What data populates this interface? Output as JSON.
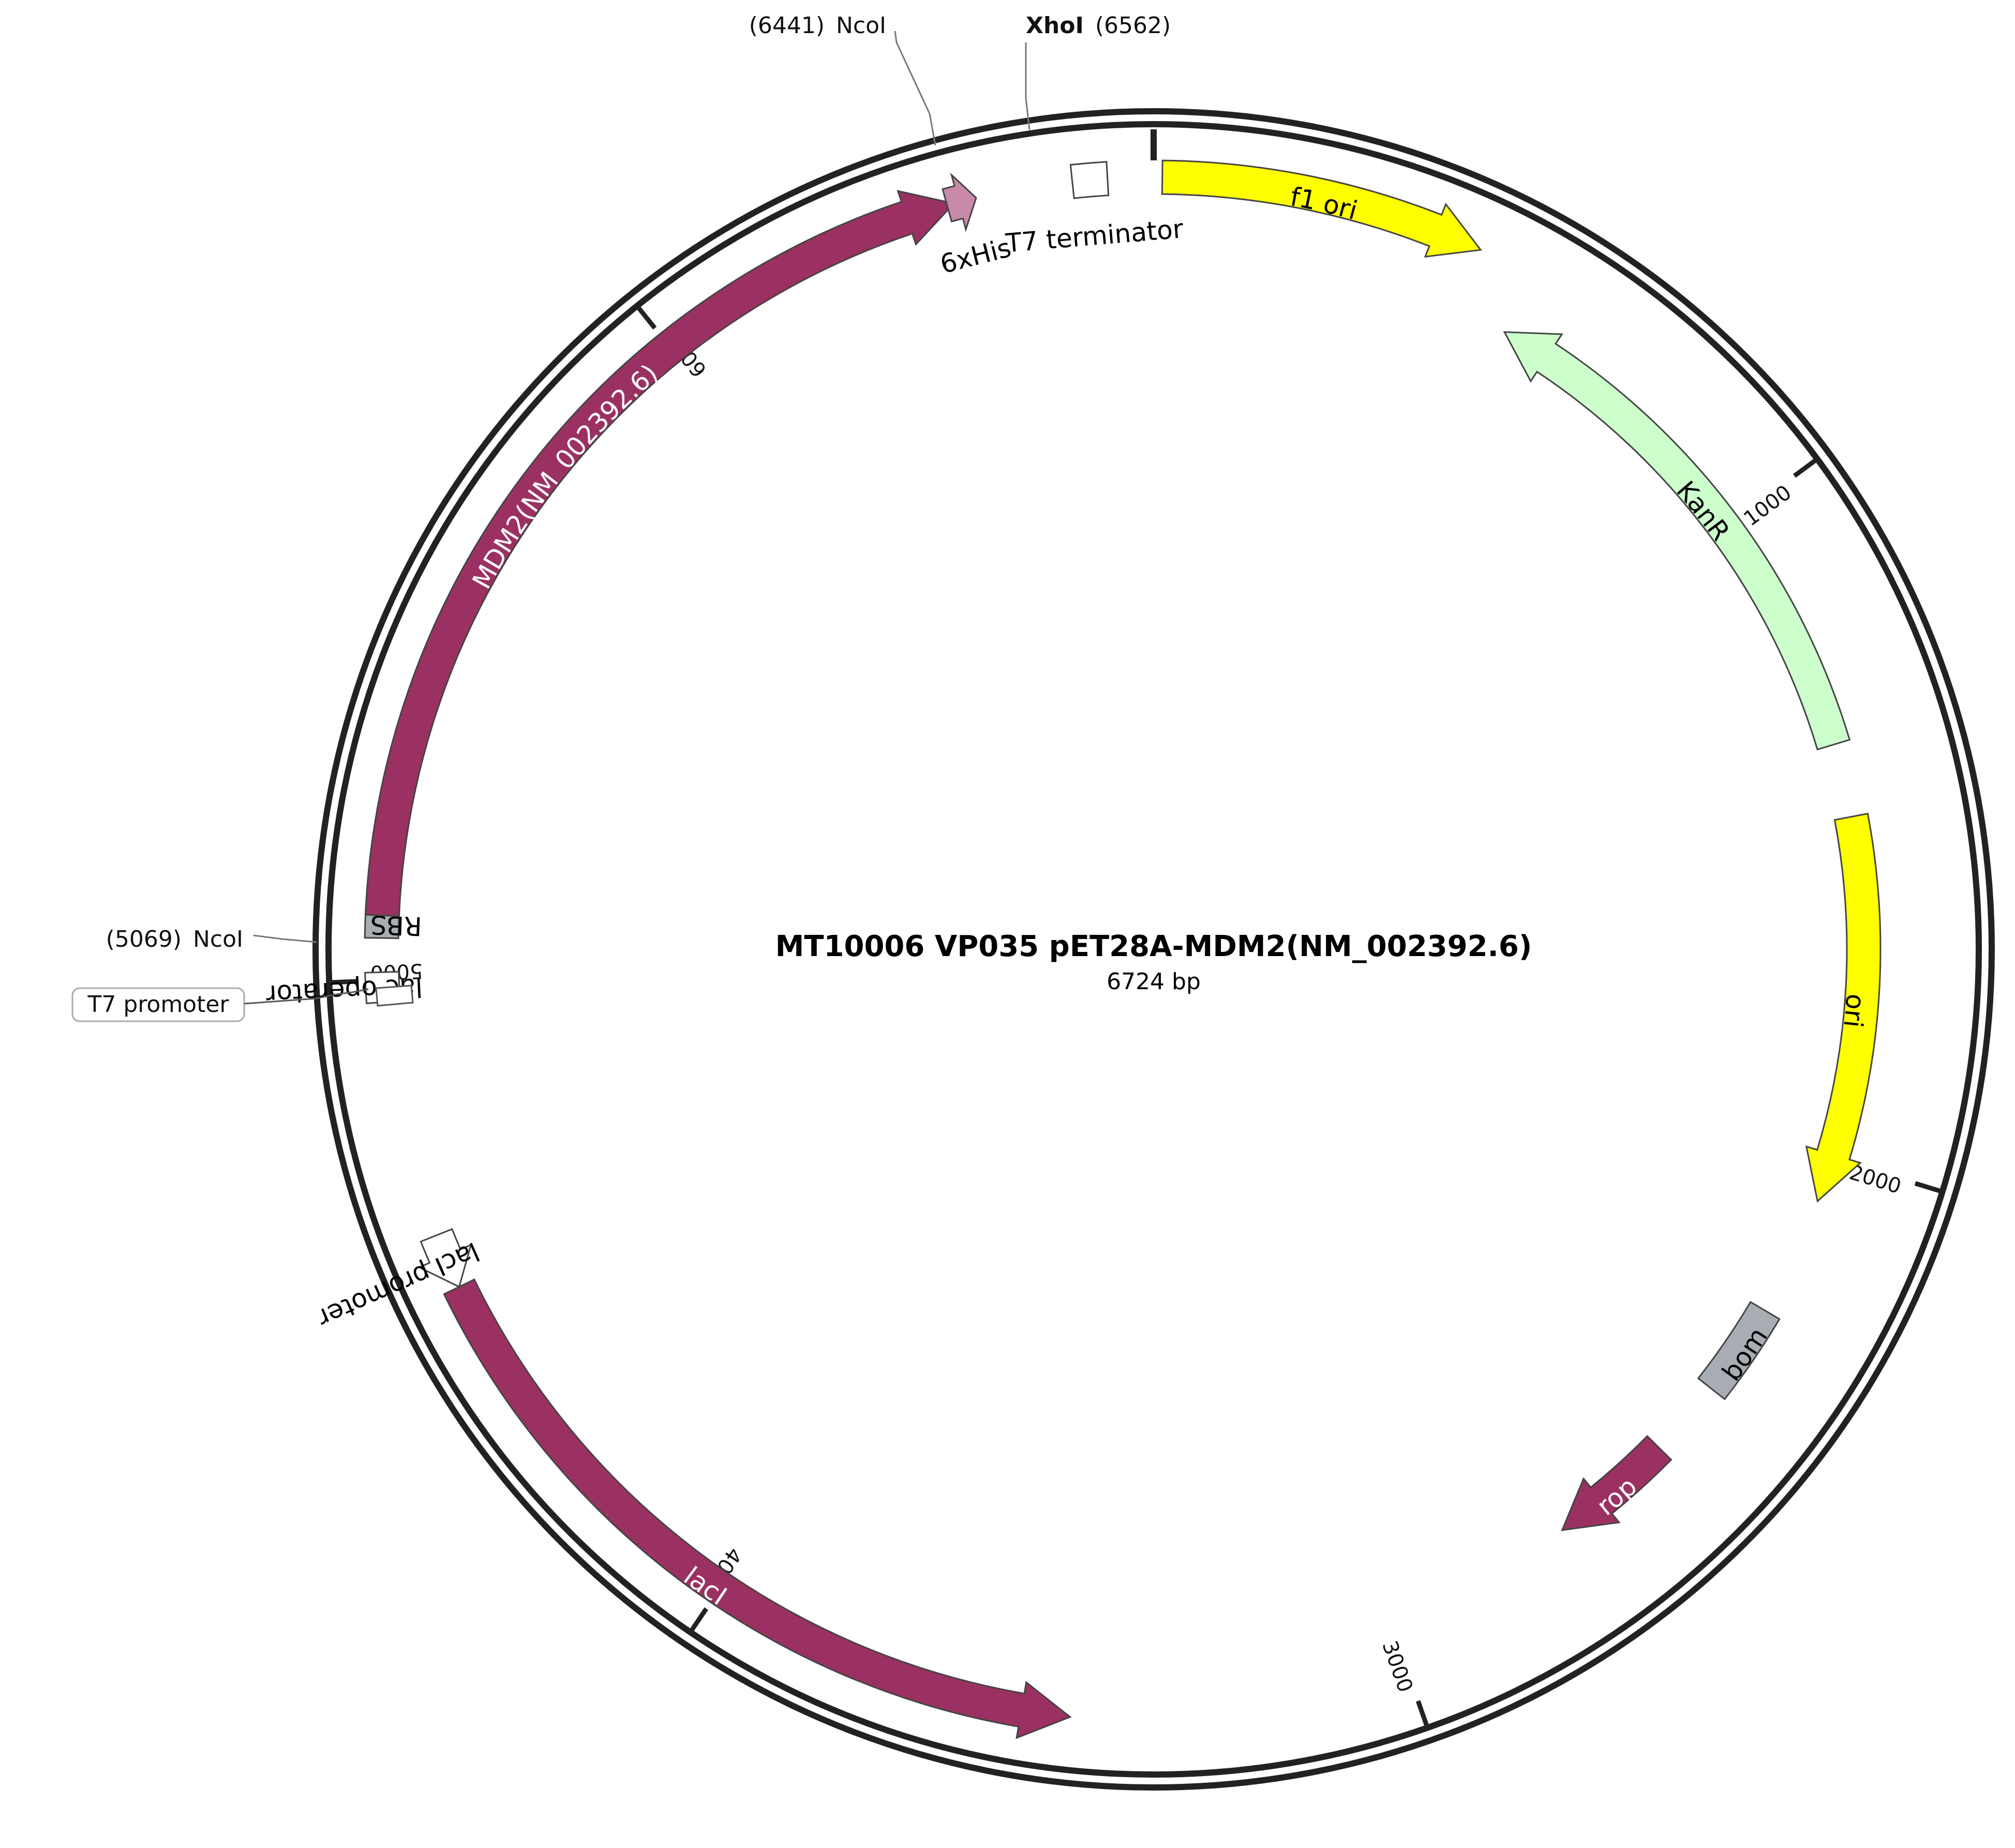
{
  "map": {
    "title": "MT10006  VP035  pET28A-MDM2(NM_002392.6)",
    "size_label": "6724 bp",
    "length": 6724,
    "colors": {
      "backbone": "#222222",
      "maroon": "#9b3162",
      "yellow": "#ffff00",
      "light_green": "#ccffcc",
      "gray": "#a8adb4",
      "teal": "#2a7a93",
      "pink": "#c98aaa",
      "white": "#ffffff",
      "leader": "#888888"
    }
  },
  "ticks": [
    {
      "pos": 1000,
      "label": "1000"
    },
    {
      "pos": 2000,
      "label": "2000"
    },
    {
      "pos": 3000,
      "label": "3000"
    },
    {
      "pos": 4000,
      "label": "4000"
    },
    {
      "pos": 5000,
      "label": "5000"
    },
    {
      "pos": 6000,
      "label": "6000"
    }
  ],
  "sites": [
    {
      "id": "ncoi-6441",
      "pos": 6441,
      "name": "NcoI",
      "number": "(6441)",
      "bold": false
    },
    {
      "id": "xhoi-6562",
      "pos": 6562,
      "name": "XhoI",
      "number": "(6562)",
      "bold": true
    },
    {
      "id": "ncoi-5069",
      "pos": 5069,
      "name": "NcoI",
      "number": "(5069)",
      "bold": false
    }
  ],
  "features": [
    {
      "id": "f1-ori",
      "label": "f1 ori",
      "start": 12,
      "end": 468,
      "dir": 1,
      "track": "outer",
      "color": "yellow",
      "text_color": "#000000",
      "label_mode": "inside"
    },
    {
      "id": "kanr",
      "label": "KanR",
      "start": 553,
      "end": 1368,
      "dir": -1,
      "track": "inner",
      "color": "light_green",
      "text_color": "#000000",
      "label_mode": "inside"
    },
    {
      "id": "ori",
      "label": "ori",
      "start": 1480,
      "end": 2069,
      "dir": 1,
      "track": "inner",
      "color": "yellow",
      "text_color": "#000000",
      "label_mode": "inside"
    },
    {
      "id": "bom",
      "label": "bom",
      "start": 2252,
      "end": 2395,
      "dir": 0,
      "track": "inner",
      "color": "gray",
      "text_color": "#000000",
      "label_mode": "inside"
    },
    {
      "id": "rop",
      "label": "rop",
      "start": 2514,
      "end": 2706,
      "dir": 1,
      "track": "inner",
      "color": "maroon",
      "text_color": "#ffffff",
      "label_mode": "inside"
    },
    {
      "id": "laci",
      "label": "lacI",
      "start": 3478,
      "end": 4559,
      "dir": -1,
      "track": "outer",
      "color": "maroon",
      "text_color": "#ffffff",
      "label_mode": "inside"
    },
    {
      "id": "laci-promoter",
      "label": "lacI promoter",
      "start": 4559,
      "end": 4637,
      "dir": -1,
      "track": "outer",
      "color": "white",
      "text_color": "#000000",
      "label_mode": "outside"
    },
    {
      "id": "lac-operator",
      "label": "lac operator",
      "start": 4978,
      "end": 5003,
      "dir": 0,
      "track": "outer",
      "color": "white",
      "text_color": "#000000",
      "label_mode": "outside-inner"
    },
    {
      "id": "rbs",
      "label": "RBS",
      "start": 5069,
      "end": 5090,
      "dir": 0,
      "track": "outer",
      "color": "gray",
      "text_color": "#000000",
      "label_mode": "outside-inner"
    },
    {
      "id": "mdm2",
      "label": "MDM2(NM_002392.6)",
      "start": 5090,
      "end": 6444,
      "dir": 1,
      "track": "outer",
      "color": "maroon",
      "text_color": "#ffffff",
      "label_mode": "inside"
    },
    {
      "id": "6xhis",
      "label": "6xHis",
      "start": 6446,
      "end": 6464,
      "dir": 1,
      "track": "outer",
      "color": "pink",
      "text_color": "#000000",
      "label_mode": "below"
    },
    {
      "id": "t7-terminator",
      "label": "T7 terminator",
      "start": 6611,
      "end": 6660,
      "dir": 0,
      "track": "outer",
      "color": "white",
      "text_color": "#000000",
      "label_mode": "below"
    }
  ],
  "callouts": [
    {
      "id": "t7-promoter",
      "label": "T7 promoter"
    }
  ]
}
